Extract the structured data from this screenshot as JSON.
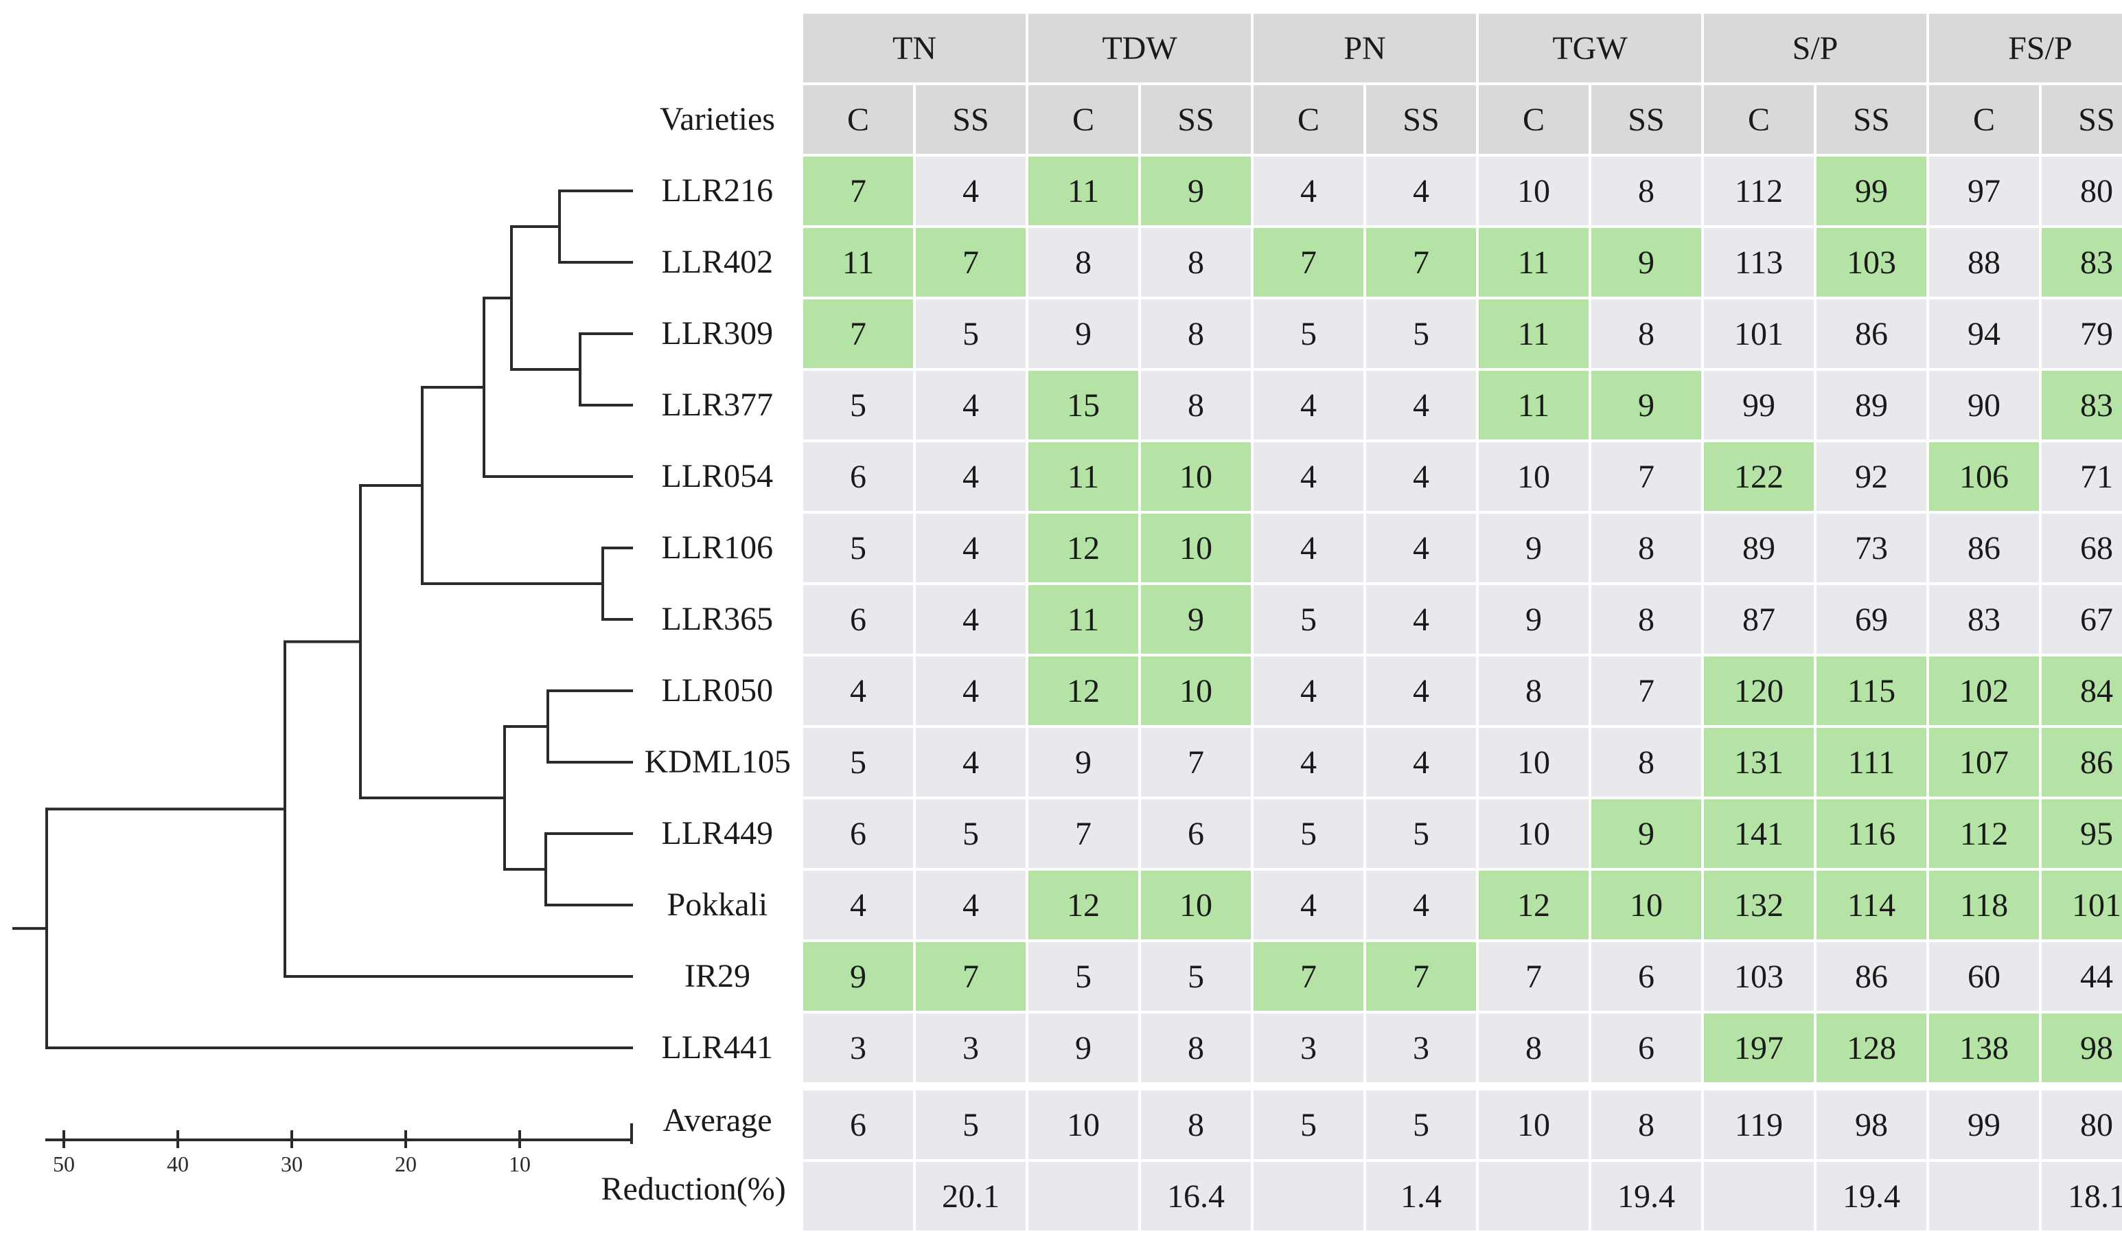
{
  "traits": [
    "TN",
    "TDW",
    "PN",
    "TGW",
    "S/P",
    "FS/P"
  ],
  "subheaders": [
    "C",
    "SS"
  ],
  "varieties_label": "Varieties",
  "varieties": [
    "LLR216",
    "LLR402",
    "LLR309",
    "LLR377",
    "LLR054",
    "LLR106",
    "LLR365",
    "LLR050",
    "KDML105",
    "LLR449",
    "Pokkali",
    "IR29",
    "LLR441"
  ],
  "values": [
    [
      7,
      4,
      11,
      9,
      4,
      4,
      10,
      8,
      112,
      99,
      97,
      80
    ],
    [
      11,
      7,
      8,
      8,
      7,
      7,
      11,
      9,
      113,
      103,
      88,
      83
    ],
    [
      7,
      5,
      9,
      8,
      5,
      5,
      11,
      8,
      101,
      86,
      94,
      79
    ],
    [
      5,
      4,
      15,
      8,
      4,
      4,
      11,
      9,
      99,
      89,
      90,
      83
    ],
    [
      6,
      4,
      11,
      10,
      4,
      4,
      10,
      7,
      122,
      92,
      106,
      71
    ],
    [
      5,
      4,
      12,
      10,
      4,
      4,
      9,
      8,
      89,
      73,
      86,
      68
    ],
    [
      6,
      4,
      11,
      9,
      5,
      4,
      9,
      8,
      87,
      69,
      83,
      67
    ],
    [
      4,
      4,
      12,
      10,
      4,
      4,
      8,
      7,
      120,
      115,
      102,
      84
    ],
    [
      5,
      4,
      9,
      7,
      4,
      4,
      10,
      8,
      131,
      111,
      107,
      86
    ],
    [
      6,
      5,
      7,
      6,
      5,
      5,
      10,
      9,
      141,
      116,
      112,
      95
    ],
    [
      4,
      4,
      12,
      10,
      4,
      4,
      12,
      10,
      132,
      114,
      118,
      101
    ],
    [
      9,
      7,
      5,
      5,
      7,
      7,
      7,
      6,
      103,
      86,
      60,
      44
    ],
    [
      3,
      3,
      9,
      8,
      3,
      3,
      8,
      6,
      197,
      128,
      138,
      98
    ]
  ],
  "highlight": [
    [
      1,
      0,
      1,
      1,
      0,
      0,
      0,
      0,
      0,
      1,
      0,
      0
    ],
    [
      1,
      1,
      0,
      0,
      1,
      1,
      1,
      1,
      0,
      1,
      0,
      1
    ],
    [
      1,
      0,
      0,
      0,
      0,
      0,
      1,
      0,
      0,
      0,
      0,
      0
    ],
    [
      0,
      0,
      1,
      0,
      0,
      0,
      1,
      1,
      0,
      0,
      0,
      1
    ],
    [
      0,
      0,
      1,
      1,
      0,
      0,
      0,
      0,
      1,
      0,
      1,
      0
    ],
    [
      0,
      0,
      1,
      1,
      0,
      0,
      0,
      0,
      0,
      0,
      0,
      0
    ],
    [
      0,
      0,
      1,
      1,
      0,
      0,
      0,
      0,
      0,
      0,
      0,
      0
    ],
    [
      0,
      0,
      1,
      1,
      0,
      0,
      0,
      0,
      1,
      1,
      1,
      1
    ],
    [
      0,
      0,
      0,
      0,
      0,
      0,
      0,
      0,
      1,
      1,
      1,
      1
    ],
    [
      0,
      0,
      0,
      0,
      0,
      0,
      0,
      1,
      1,
      1,
      1,
      1
    ],
    [
      0,
      0,
      1,
      1,
      0,
      0,
      1,
      1,
      1,
      1,
      1,
      1
    ],
    [
      1,
      1,
      0,
      0,
      1,
      1,
      0,
      0,
      0,
      0,
      0,
      0
    ],
    [
      0,
      0,
      0,
      0,
      0,
      0,
      0,
      0,
      1,
      1,
      1,
      1
    ]
  ],
  "average_label": "Average",
  "average": [
    6,
    5,
    10,
    8,
    5,
    5,
    10,
    8,
    119,
    98,
    99,
    80
  ],
  "reduction_label": "Reduction(%)",
  "reduction": [
    "20.1",
    "16.4",
    "1.4",
    "19.4",
    "19.4",
    "18.1"
  ],
  "scale_ticks": [
    50,
    40,
    30,
    20,
    10
  ],
  "colors": {
    "header": "#d9d9d9",
    "cell": "#e7e9ec",
    "highlight": "#b5e3a5"
  }
}
